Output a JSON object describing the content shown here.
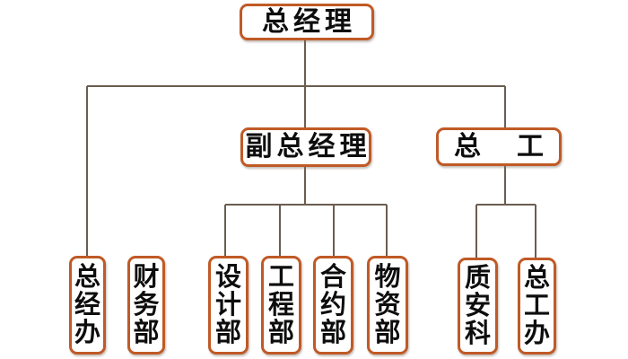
{
  "diagram": {
    "type": "org-chart",
    "colors": {
      "box_border": "#c05a26",
      "connector_line": "#6b5d4f",
      "text": "#0d0d0d",
      "background": "#ffffff"
    },
    "nodes": {
      "general_manager": {
        "label": "总经理"
      },
      "deputy_general_manager": {
        "label": "副总经理"
      },
      "chief_engineer": {
        "label": "总　工"
      },
      "general_manager_office": {
        "label": "总经办"
      },
      "finance_dept": {
        "label": "财务部"
      },
      "design_dept": {
        "label": "设计部"
      },
      "engineering_dept": {
        "label": "工程部"
      },
      "contract_dept": {
        "label": "合约部"
      },
      "materials_dept": {
        "label": "物资部"
      },
      "quality_safety_section": {
        "label": "质安科"
      },
      "chief_engineer_office": {
        "label": "总工办"
      }
    },
    "edges": [
      [
        "总经理",
        "副总经理"
      ],
      [
        "总经理",
        "总　工"
      ],
      [
        "总经理",
        "总经办"
      ],
      [
        "副总经理",
        "设计部"
      ],
      [
        "副总经理",
        "工程部"
      ],
      [
        "副总经理",
        "合约部"
      ],
      [
        "副总经理",
        "物资部"
      ],
      [
        "总　工",
        "质安科"
      ],
      [
        "总　工",
        "总工办"
      ]
    ]
  }
}
